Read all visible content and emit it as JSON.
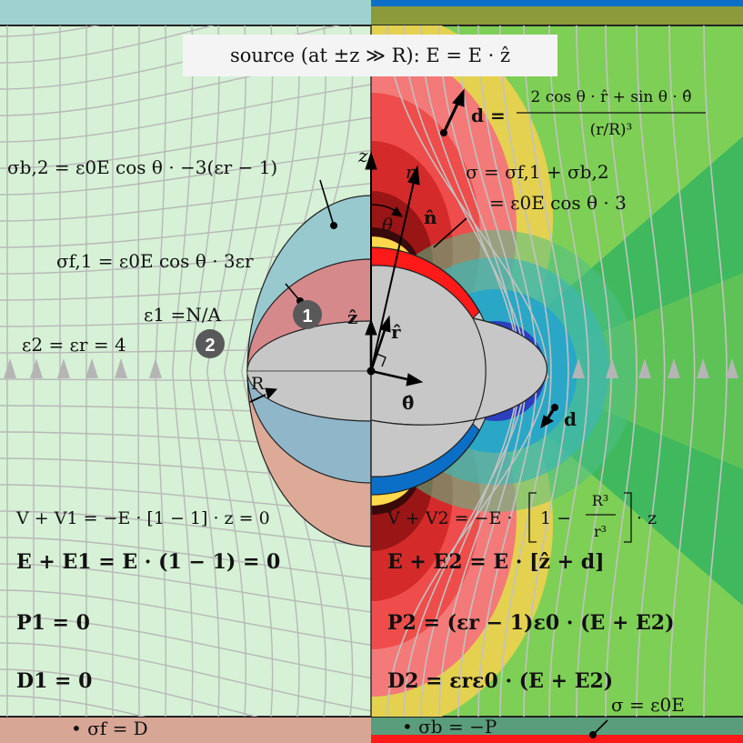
{
  "source_label": "source (at ±z ≫ R): E = E · ẑ",
  "colors": {
    "left_bg": "#d6f1d6",
    "right_bg_a": "#7ecf55",
    "right_bg_b": "#3fb85e",
    "top_left_plate": "#9fd1d1",
    "top_right_plate": "#8d9a3c",
    "bottom_left_plate": "#d8a695",
    "bottom_right_plate": "#5a9d7c",
    "charge_positive": "#ff1a1a",
    "charge_negative": "#0b6fc7",
    "hemisphere_upper_outer": "#98c9cf",
    "hemisphere_upper_inner": "#d6898b",
    "hemisphere_lower_outer": "#dcaa97",
    "hemisphere_lower_inner": "#8fb6c9",
    "sphere_grey": "#c7c7c7",
    "field_lines": "#b8b8b8",
    "badge": "#595959"
  },
  "labels": {
    "d_formula_lhs": "d =",
    "d_formula_num": "2 cos θ · r̂ + sin θ · θ̂",
    "d_formula_den": "(r/R)³",
    "sigma_b2": "σb,2 = ε0E cos θ · −3(εr − 1)",
    "sigma_total": "σ = σf,1 + σb,2",
    "sigma_total_value": "= ε0E cos θ · 3",
    "sigma_f1": "σf,1 = ε0E cos θ · 3εr",
    "eps1": "ε1 =N/A",
    "eps2": "ε2 = εr = 4",
    "axis_z": "z",
    "axis_r": "r",
    "theta": "θ",
    "n_hat": "n̂",
    "z_hat": "ẑ",
    "r_hat": "r̂",
    "theta_hat": "θ̂",
    "radius_R": "R",
    "d_vec": "d",
    "badge_1": "1",
    "badge_2": "2",
    "V1": "V + V1 = −E · [1 − 1] · z = 0",
    "V2_left": "V + V2 = −E ·",
    "V2_frac_num": "R³",
    "V2_frac_den": "r³",
    "V2_right": "· z",
    "V2_one": "1 −",
    "E1": "E + E1 = E · (1 − 1) = 0",
    "E2": "E + E2 = E · [ẑ + d]",
    "P1": "P1 = 0",
    "P2": "P2 = (εr − 1)ε0 · (E + E2)",
    "D1": "D1 = 0",
    "D2": "D2 = εrε0 · (E + E2)",
    "sigma_plate": "σ = ε0E",
    "sigma_f_plate": "• σf = D",
    "sigma_b_plate": "• σb = −P"
  }
}
